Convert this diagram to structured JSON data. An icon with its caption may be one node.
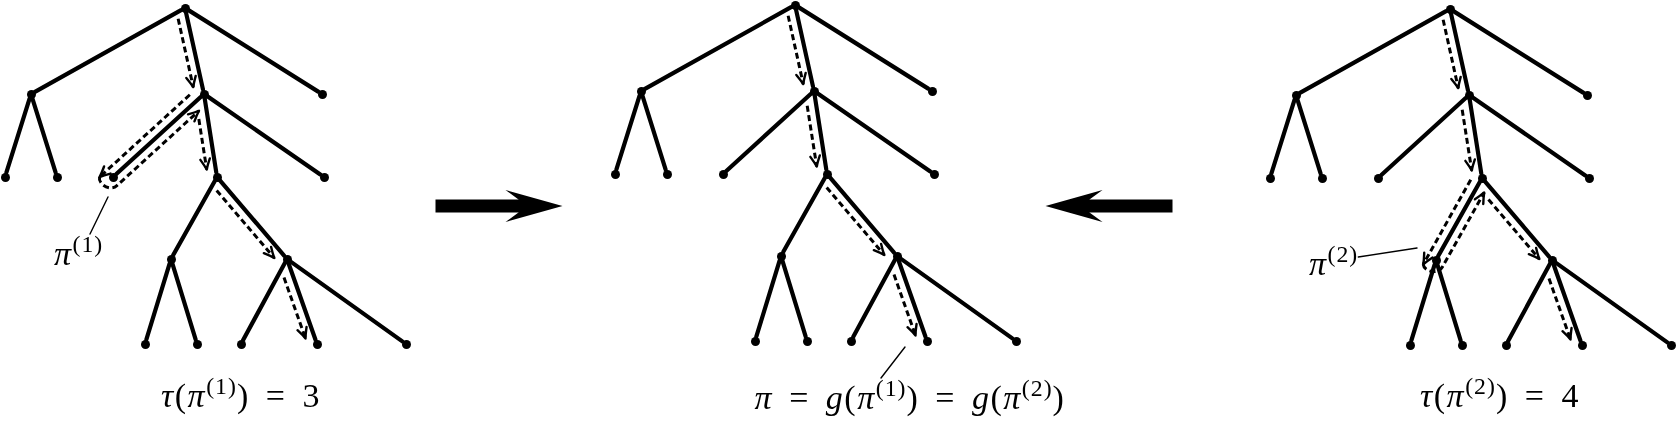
{
  "diagram": {
    "nodes": [
      {
        "text": [],
        "shape": "tree",
        "beside": [
          "*τ*(*π*$^{(1)}$) = 3"
        ]
      },
      {
        "text": [],
        "shape": "circle",
        "in": 0
      },
      {
        "text": [],
        "shape": "circle",
        "in": 0
      },
      {
        "text": [],
        "shape": "circle",
        "in": 0
      },
      {
        "text": [],
        "shape": "circle",
        "in": 0
      },
      {
        "text": [],
        "shape": "circle",
        "in": 0
      },
      {
        "text": [],
        "shape": "circle",
        "in": 0
      },
      {
        "text": [],
        "shape": "circle",
        "in": 0
      },
      {
        "text": [],
        "shape": "circle",
        "in": 0
      },
      {
        "text": [],
        "shape": "circle",
        "in": 0
      },
      {
        "text": [],
        "shape": "circle",
        "in": 0
      },
      {
        "text": [],
        "shape": "circle",
        "in": 0
      },
      {
        "text": [],
        "shape": "circle",
        "in": 0
      },
      {
        "text": [],
        "shape": "circle",
        "in": 0
      },
      {
        "text": [],
        "shape": "circle",
        "in": 0
      },
      {
        "text": [],
        "shape": "circle",
        "in": 0
      },
      {
        "text": [],
        "shape": "circle",
        "in": 0
      },
      {
        "text": [
          "*π*$^{(1)}$"
        ],
        "in": 0
      },
      {
        "text": [],
        "shape": "tree"
      },
      {
        "text": [],
        "shape": "circle",
        "in": 18
      },
      {
        "text": [],
        "shape": "circle",
        "in": 18
      },
      {
        "text": [],
        "shape": "circle",
        "in": 18
      },
      {
        "text": [],
        "shape": "circle",
        "in": 18
      },
      {
        "text": [],
        "shape": "circle",
        "in": 18
      },
      {
        "text": [],
        "shape": "circle",
        "in": 18
      },
      {
        "text": [],
        "shape": "circle",
        "in": 18
      },
      {
        "text": [],
        "shape": "circle",
        "in": 18
      },
      {
        "text": [],
        "shape": "circle",
        "in": 18
      },
      {
        "text": [],
        "shape": "circle",
        "in": 18
      },
      {
        "text": [],
        "shape": "circle",
        "in": 18
      },
      {
        "text": [],
        "shape": "circle",
        "in": 18
      },
      {
        "text": [],
        "shape": "circle",
        "in": 18
      },
      {
        "text": [],
        "shape": "circle",
        "in": 18
      },
      {
        "text": [],
        "shape": "circle",
        "in": 18
      },
      {
        "text": [],
        "shape": "circle",
        "in": 18
      },
      {
        "text": [
          "*π* = *g*(*π*$^{(1)}$) = *g*(*π*$^{(2)}$)"
        ]
      },
      {
        "text": [],
        "shape": "tree",
        "beside": [
          "*τ*(*π*$^{(2)}$) = 4"
        ]
      },
      {
        "text": [],
        "shape": "circle",
        "in": 36
      },
      {
        "text": [],
        "shape": "circle",
        "in": 36
      },
      {
        "text": [],
        "shape": "circle",
        "in": 36
      },
      {
        "text": [],
        "shape": "circle",
        "in": 36
      },
      {
        "text": [],
        "shape": "circle",
        "in": 36
      },
      {
        "text": [],
        "shape": "circle",
        "in": 36
      },
      {
        "text": [],
        "shape": "circle",
        "in": 36
      },
      {
        "text": [],
        "shape": "circle",
        "in": 36
      },
      {
        "text": [],
        "shape": "circle",
        "in": 36
      },
      {
        "text": [],
        "shape": "circle",
        "in": 36
      },
      {
        "text": [],
        "shape": "circle",
        "in": 36
      },
      {
        "text": [],
        "shape": "circle",
        "in": 36
      },
      {
        "text": [],
        "shape": "circle",
        "in": 36
      },
      {
        "text": [],
        "shape": "circle",
        "in": 36
      },
      {
        "text": [],
        "shape": "circle",
        "in": 36
      },
      {
        "text": [],
        "shape": "circle",
        "in": 36
      },
      {
        "text": [
          "*π*$^{(2)}$"
        ],
        "in": 36
      }
    ],
    "edges": [
      {
        "from": 1,
        "to": 2,
        "arrow": "none"
      },
      {
        "from": 1,
        "to": 3,
        "arrow": "none"
      },
      {
        "from": 1,
        "to": 4,
        "arrow": "none"
      },
      {
        "from": 2,
        "to": 5,
        "arrow": "none"
      },
      {
        "from": 2,
        "to": 6,
        "arrow": "none"
      },
      {
        "from": 3,
        "to": 7,
        "arrow": "none"
      },
      {
        "from": 3,
        "to": 8,
        "arrow": "none"
      },
      {
        "from": 3,
        "to": 9,
        "arrow": "none"
      },
      {
        "from": 8,
        "to": 10,
        "arrow": "none"
      },
      {
        "from": 8,
        "to": 11,
        "arrow": "none"
      },
      {
        "from": 10,
        "to": 12,
        "arrow": "none"
      },
      {
        "from": 10,
        "to": 13,
        "arrow": "none"
      },
      {
        "from": 11,
        "to": 14,
        "arrow": "none"
      },
      {
        "from": 11,
        "to": 15,
        "arrow": "none"
      },
      {
        "from": 11,
        "to": 16,
        "arrow": "none"
      },
      {
        "from": 1,
        "to": 3,
        "arrow": "to",
        "style": "dashed"
      },
      {
        "from": 3,
        "to": 7,
        "arrow": "to",
        "style": "dashed"
      },
      {
        "from": 7,
        "to": 3,
        "arrow": "to",
        "style": "dashed"
      },
      {
        "from": 3,
        "to": 8,
        "arrow": "to",
        "style": "dashed"
      },
      {
        "from": 8,
        "to": 11,
        "arrow": "to",
        "style": "dashed"
      },
      {
        "from": 11,
        "to": 15,
        "arrow": "to",
        "style": "dashed"
      },
      {
        "from": 17,
        "to": 7,
        "arrow": "none"
      },
      {
        "from": 19,
        "to": 20,
        "arrow": "none"
      },
      {
        "from": 19,
        "to": 21,
        "arrow": "none"
      },
      {
        "from": 19,
        "to": 22,
        "arrow": "none"
      },
      {
        "from": 20,
        "to": 23,
        "arrow": "none"
      },
      {
        "from": 20,
        "to": 24,
        "arrow": "none"
      },
      {
        "from": 21,
        "to": 25,
        "arrow": "none"
      },
      {
        "from": 21,
        "to": 26,
        "arrow": "none"
      },
      {
        "from": 21,
        "to": 27,
        "arrow": "none"
      },
      {
        "from": 26,
        "to": 28,
        "arrow": "none"
      },
      {
        "from": 26,
        "to": 29,
        "arrow": "none"
      },
      {
        "from": 28,
        "to": 30,
        "arrow": "none"
      },
      {
        "from": 28,
        "to": 31,
        "arrow": "none"
      },
      {
        "from": 29,
        "to": 32,
        "arrow": "none"
      },
      {
        "from": 29,
        "to": 33,
        "arrow": "none"
      },
      {
        "from": 29,
        "to": 34,
        "arrow": "none"
      },
      {
        "from": 19,
        "to": 21,
        "arrow": "to",
        "style": "dashed"
      },
      {
        "from": 21,
        "to": 26,
        "arrow": "to",
        "style": "dashed"
      },
      {
        "from": 26,
        "to": 29,
        "arrow": "to",
        "style": "dashed"
      },
      {
        "from": 29,
        "to": 33,
        "arrow": "to",
        "style": "dashed"
      },
      {
        "from": 35,
        "to": 18,
        "arrow": "none"
      },
      {
        "from": 37,
        "to": 38,
        "arrow": "none"
      },
      {
        "from": 37,
        "to": 39,
        "arrow": "none"
      },
      {
        "from": 37,
        "to": 40,
        "arrow": "none"
      },
      {
        "from": 38,
        "to": 41,
        "arrow": "none"
      },
      {
        "from": 38,
        "to": 42,
        "arrow": "none"
      },
      {
        "from": 39,
        "to": 43,
        "arrow": "none"
      },
      {
        "from": 39,
        "to": 44,
        "arrow": "none"
      },
      {
        "from": 39,
        "to": 45,
        "arrow": "none"
      },
      {
        "from": 44,
        "to": 46,
        "arrow": "none"
      },
      {
        "from": 44,
        "to": 47,
        "arrow": "none"
      },
      {
        "from": 46,
        "to": 48,
        "arrow": "none"
      },
      {
        "from": 46,
        "to": 49,
        "arrow": "none"
      },
      {
        "from": 47,
        "to": 50,
        "arrow": "none"
      },
      {
        "from": 47,
        "to": 51,
        "arrow": "none"
      },
      {
        "from": 47,
        "to": 52,
        "arrow": "none"
      },
      {
        "from": 37,
        "to": 39,
        "arrow": "to",
        "style": "dashed"
      },
      {
        "from": 39,
        "to": 44,
        "arrow": "to",
        "style": "dashed"
      },
      {
        "from": 44,
        "to": 46,
        "arrow": "to",
        "style": "dashed"
      },
      {
        "from": 46,
        "to": 44,
        "arrow": "to",
        "style": "dashed"
      },
      {
        "from": 44,
        "to": 47,
        "arrow": "to",
        "style": "dashed"
      },
      {
        "from": 47,
        "to": 51,
        "arrow": "to",
        "style": "dashed"
      },
      {
        "from": 53,
        "to": 46,
        "arrow": "none"
      },
      {
        "from": 0,
        "to": 18,
        "arrow": "to",
        "style": "thick"
      },
      {
        "from": 36,
        "to": 18,
        "arrow": "to",
        "style": "thick"
      }
    ]
  }
}
